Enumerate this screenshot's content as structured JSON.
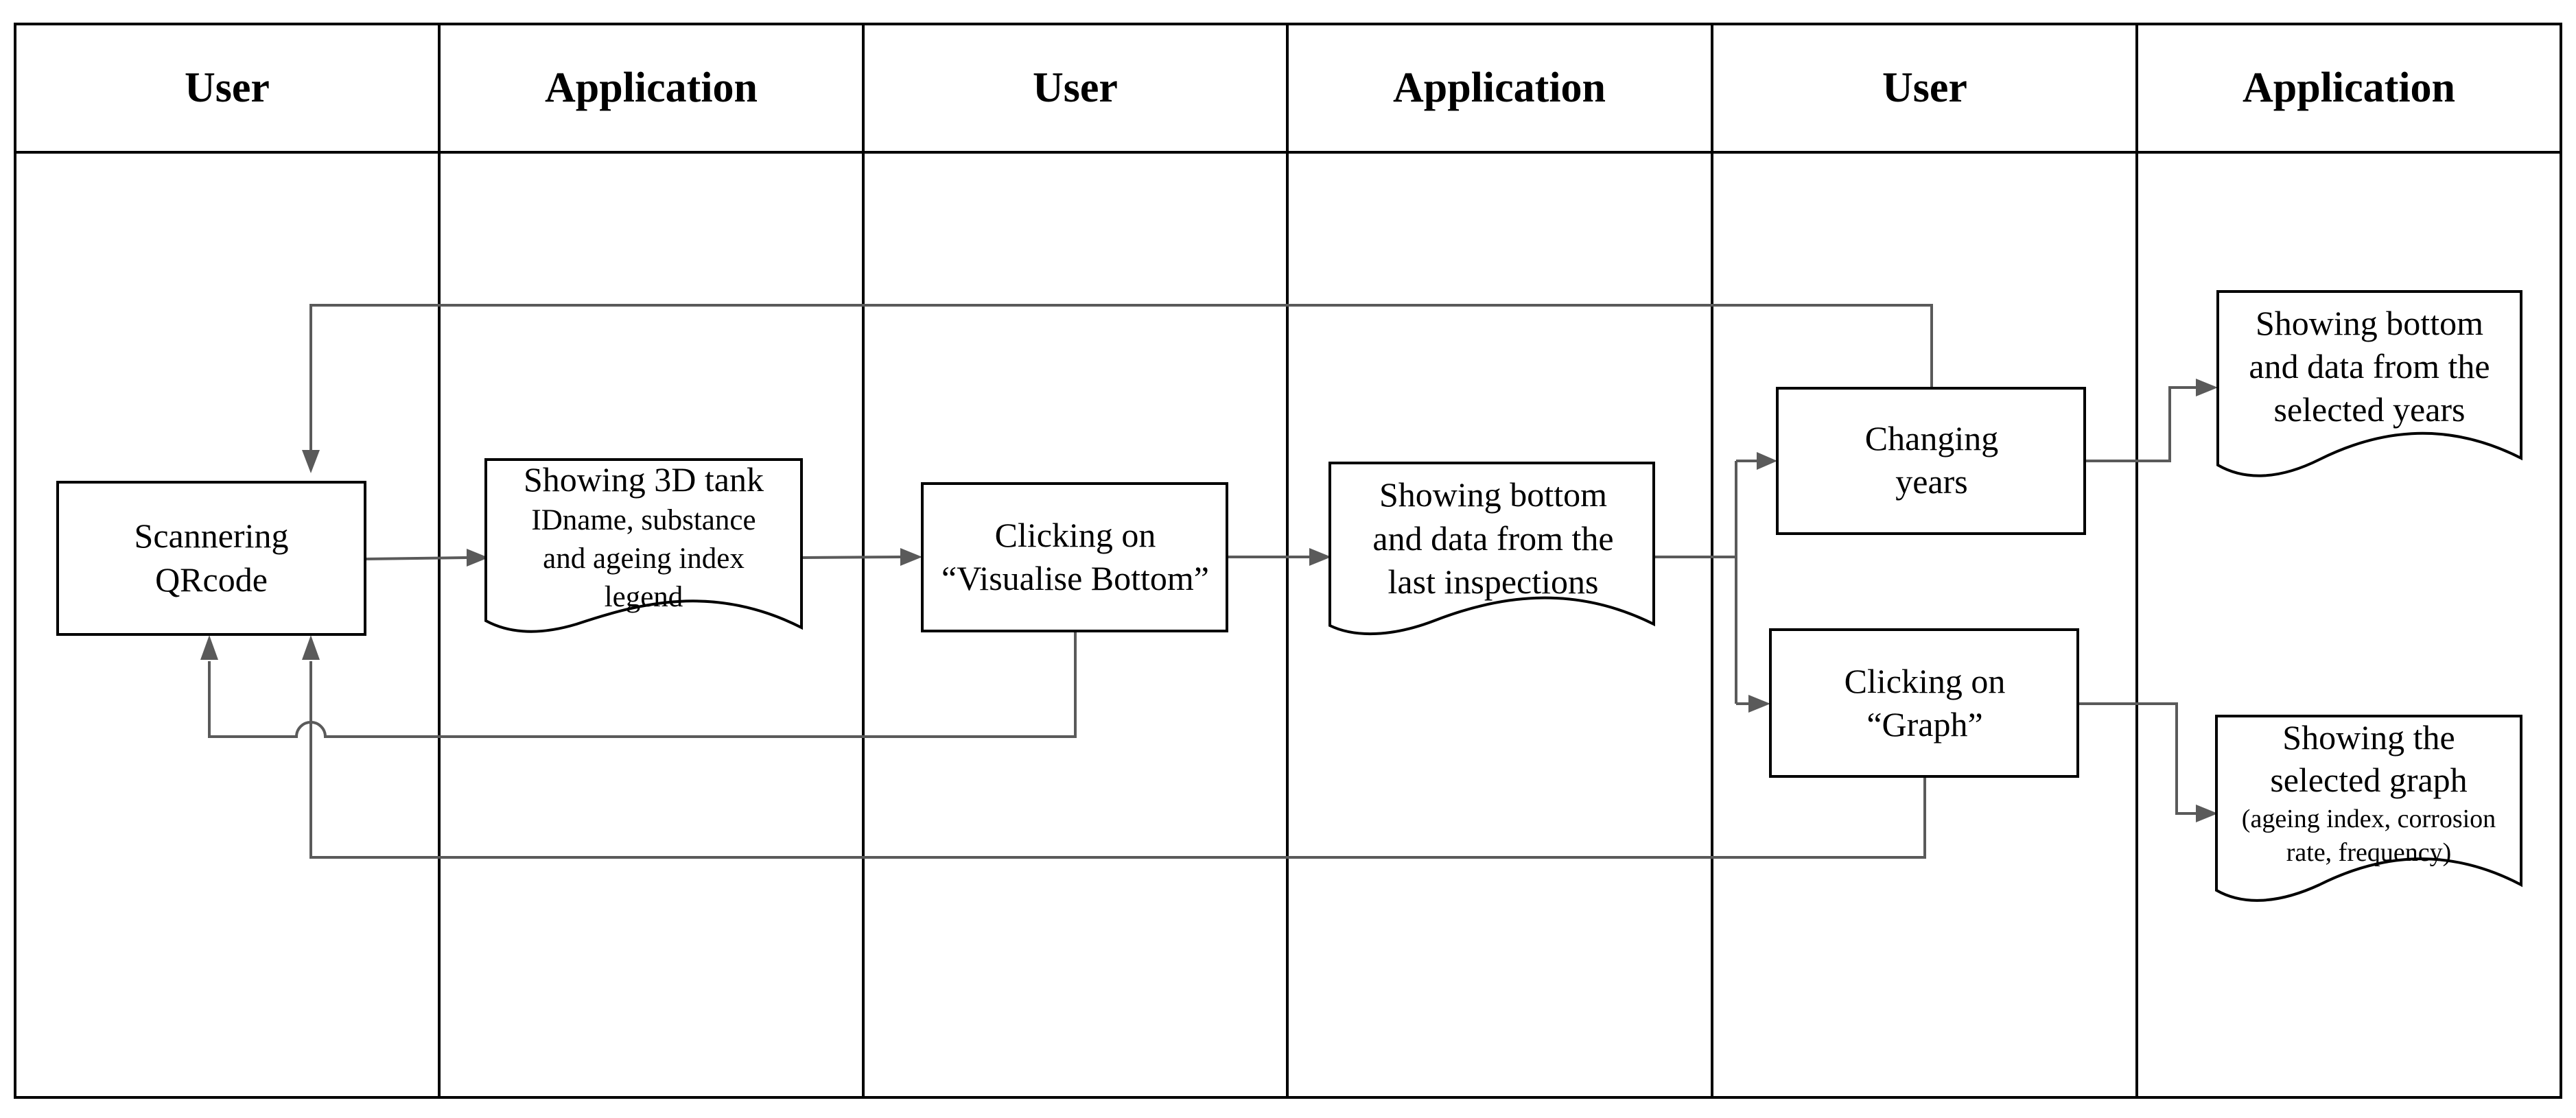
{
  "lanes": [
    {
      "label": "User"
    },
    {
      "label": "Application"
    },
    {
      "label": "User"
    },
    {
      "label": "Application"
    },
    {
      "label": "User"
    },
    {
      "label": "Application"
    }
  ],
  "nodes": {
    "scan_qrcode": {
      "lines": [
        "Scannering",
        "QRcode"
      ]
    },
    "show_3d_tank": {
      "lines": [
        "Showing 3D tank",
        "IDname, substance",
        "and ageing index",
        "legend"
      ]
    },
    "click_visualise": {
      "lines": [
        "Clicking on",
        "“Visualise Bottom”"
      ]
    },
    "show_last_inspections": {
      "lines": [
        "Showing bottom",
        "and data from the",
        "last inspections"
      ]
    },
    "changing_years": {
      "lines": [
        "Changing",
        "years"
      ]
    },
    "click_graph": {
      "lines": [
        "Clicking on",
        "“Graph”"
      ]
    },
    "show_selected_years": {
      "lines": [
        "Showing bottom",
        "and data from the",
        "selected years"
      ]
    },
    "show_selected_graph": {
      "lines": [
        "Showing the",
        "selected graph",
        "(ageing index, corrosion",
        "rate, frequency)"
      ]
    }
  },
  "colors": {
    "connector": "#5a5a5a",
    "border": "#000000",
    "background": "#ffffff"
  }
}
